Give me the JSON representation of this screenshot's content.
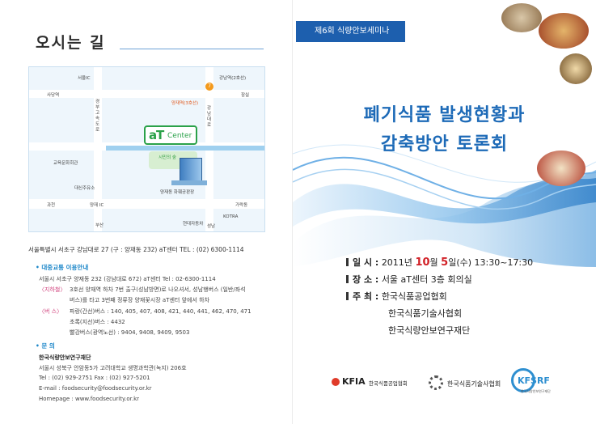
{
  "left": {
    "heading": "오시는 길",
    "map": {
      "labels": {
        "seoul_ic": "서울IC",
        "gangnam_st": "강남역(2호선)",
        "sadang": "사당역",
        "jamsil": "잠실",
        "gyeongbu": "경부고속도로",
        "yangjae_st": "양재역(3호선)",
        "gangnamdaero": "강남대로",
        "center_a": "a",
        "center_t": "T",
        "center_word": "Center",
        "citizen_forest": "시민의 숲",
        "culture_hall": "교육문화회관",
        "flower_market": "양재동 화훼공판장",
        "daewoo": "대신주유소",
        "gwacheon": "과천",
        "yangjae_ic": "양재 IC",
        "garak": "가락동",
        "busan": "부산",
        "hyundai": "현대자동차",
        "seongnam": "성남",
        "kotra": "KOTRA",
        "exit_no": "7"
      }
    },
    "address": "서울특별시 서초구 강남대로 27 (구 : 양재동 232) aT센터   TEL : (02) 6300-1114",
    "transport": {
      "title": "• 대중교통 이용안내",
      "line1": "서울시 서초구 양재동 232 (강남대로 672) aT센터    Tel : 02-6300-1114",
      "subway_label": "〈지하철〉",
      "subway_1": "3호선 양재역 하차 7번 출구(성남방면)로 나오셔서, 성남행버스 (일반/좌석",
      "subway_2": "버스)를 타고 3번째 정류장 양재꽃시장 aT센터 앞에서 하차",
      "bus_label": "〈버  스〉",
      "bus_1": "파랑(간선)버스 : 140, 405, 407, 408, 421, 440, 441, 462, 470, 471",
      "bus_2": "초록(지선)버스 : 4432",
      "bus_3": "빨강버스(광역노선) : 9404, 9408, 9409, 9503"
    },
    "contact": {
      "title": "• 문  의",
      "org": "한국식량안보연구재단",
      "addr": "서울시 성북구 안암동5가 고려대학교 생명과학관(녹지) 206호",
      "tel": "Tel : (02) 929-2751   Fax : (02) 927-5201",
      "email": "E-mail : foodsecurity@foodsecurity.or.kr",
      "homepage": "Homepage : www.foodsecurity.or.kr"
    }
  },
  "right": {
    "seminar_tag": "제6회 식량안보세미나",
    "title_line1": "폐기식품 발생현황과",
    "title_line2": "감축방안 토론회",
    "date_label": "일 시 :",
    "date_pre": "2011년",
    "date_month": "10",
    "date_mid": "월",
    "date_day": "5",
    "date_post": "일(수) 13:30~17:30",
    "place_label": "장 소 :",
    "place_value": "서울 aT센터 3층 회의실",
    "host_label": "주 최 :",
    "host_1": "한국식품공업협회",
    "host_2": "한국식품기술사협회",
    "host_3": "한국식량안보연구재단",
    "logos": {
      "kfia": "KFIA",
      "kfia_kor": "한국식품공업협회",
      "tech": "한국식품기술사협회",
      "kfsrf": "KFSRF",
      "kfsrf_sub": "한국식량안보연구재단"
    }
  },
  "colors": {
    "accent_blue": "#1d6ab7",
    "tag_blue": "#1d5fae",
    "red": "#d11f25",
    "section_blue": "#1d87c9",
    "pink": "#d0427d"
  }
}
